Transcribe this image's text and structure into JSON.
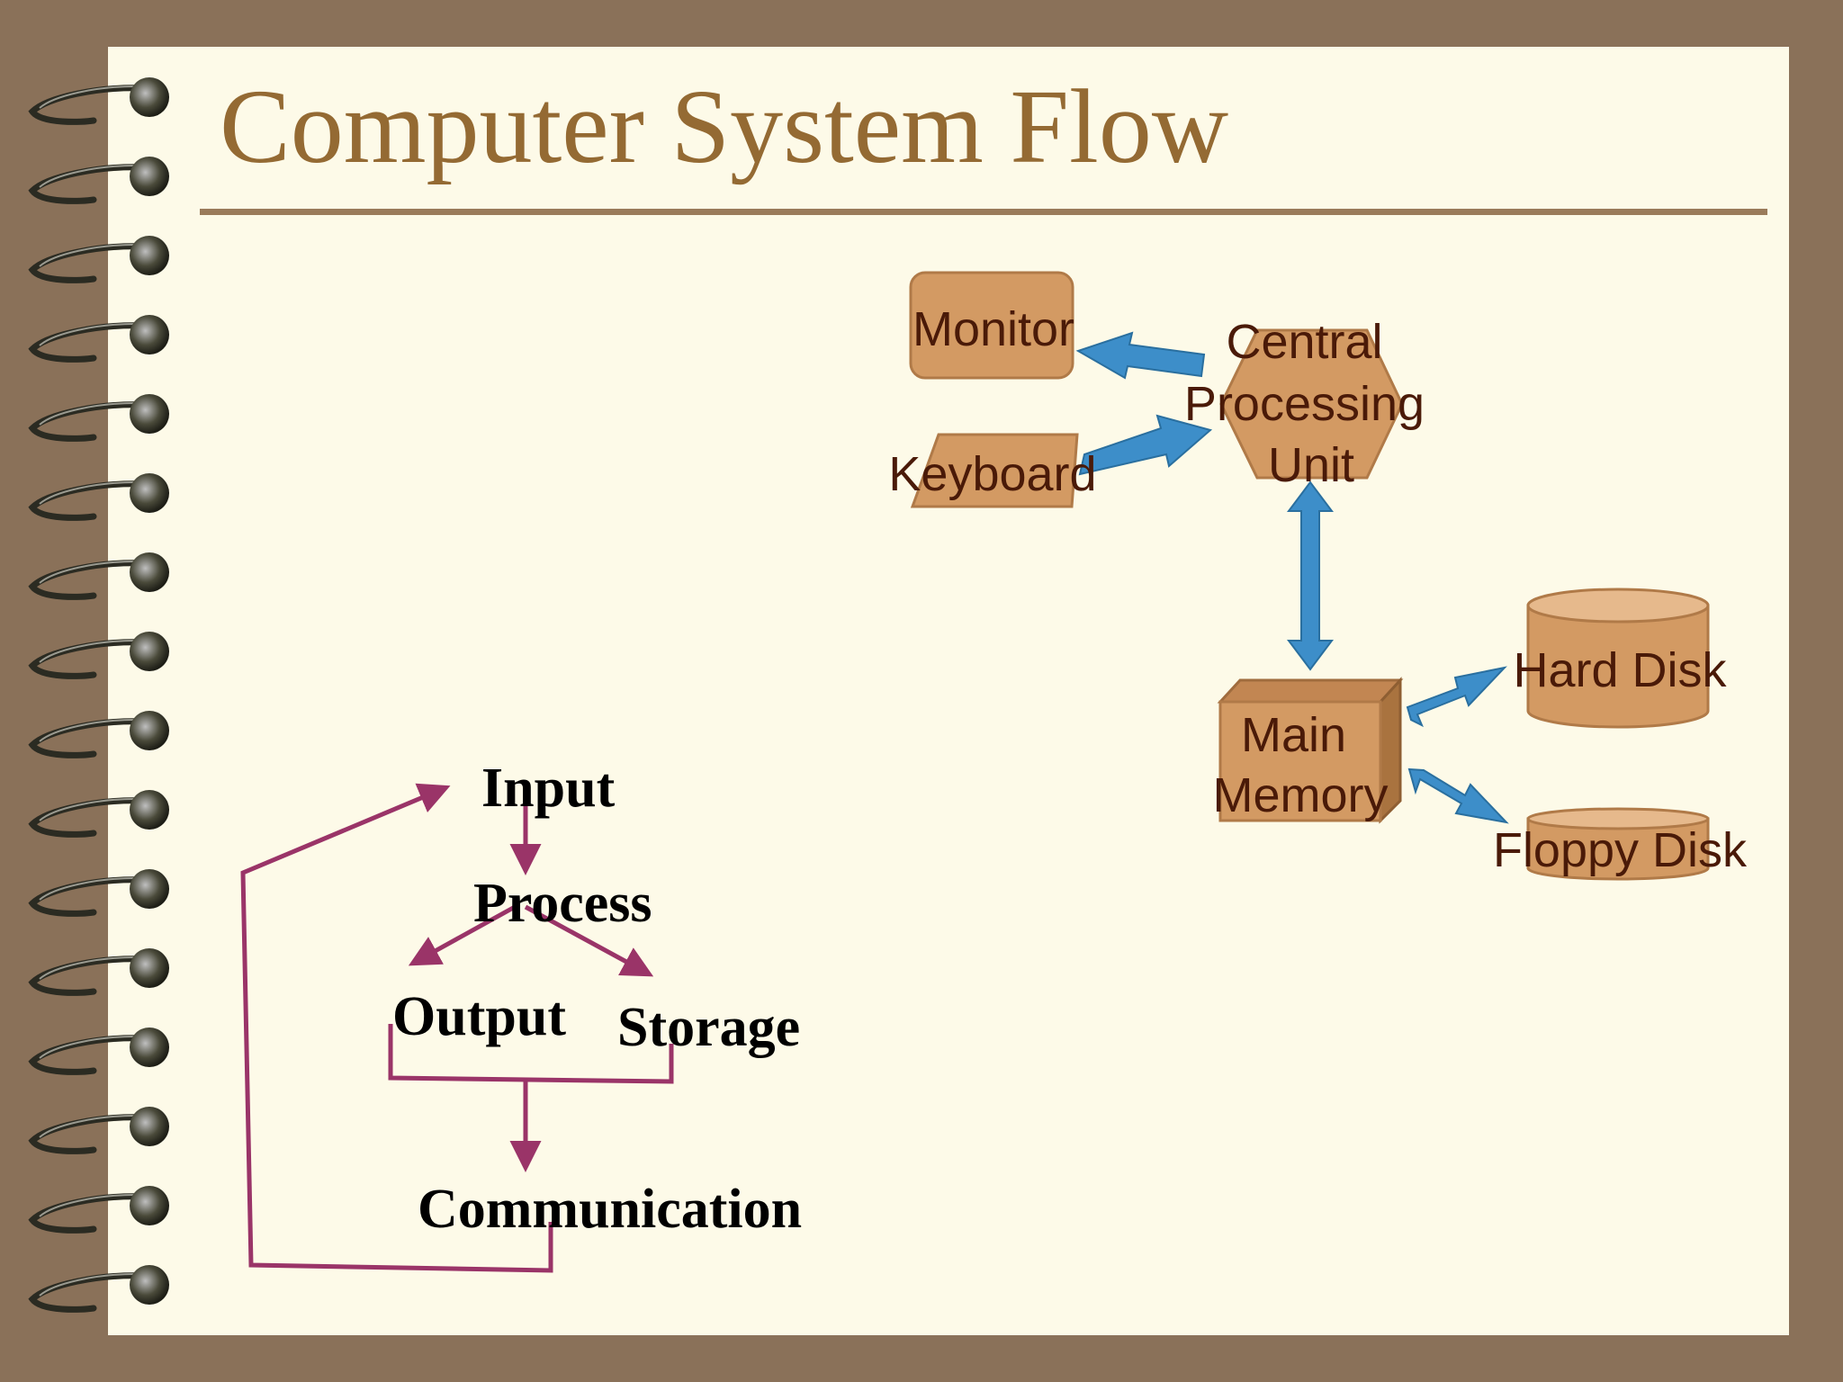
{
  "slide": {
    "title": "Computer System Flow"
  },
  "hardware_diagram": {
    "nodes": {
      "monitor": "Monitor",
      "keyboard": "Keyboard",
      "cpu": [
        "Central",
        "Processing",
        "Unit"
      ],
      "main_memory": [
        "Main",
        "Memory"
      ],
      "hard_disk": "Hard Disk",
      "floppy_disk": "Floppy Disk"
    }
  },
  "flow_diagram": {
    "steps": {
      "input": "Input",
      "process": "Process",
      "output": "Output",
      "storage": "Storage",
      "communication": "Communication"
    }
  },
  "colors": {
    "frame": "#8a7159",
    "paper": "#fdfae8",
    "title": "#946a33",
    "rule": "#9a7b5a",
    "node_fill": "#d39a63",
    "node_stroke": "#b07a48",
    "arrow_blue": "#3d8ec9",
    "flow_line": "#9a3468"
  }
}
